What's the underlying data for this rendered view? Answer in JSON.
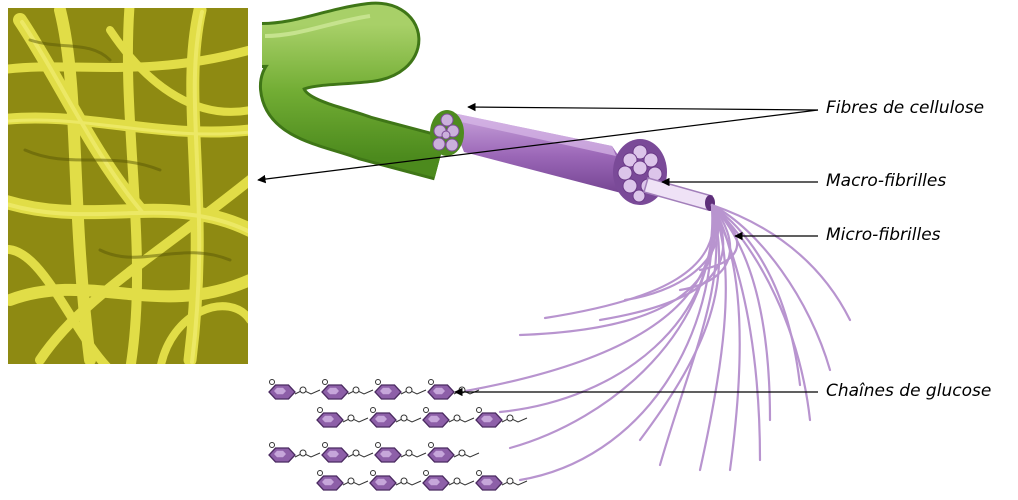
{
  "labels": {
    "fibres": "Fibres de cellulose",
    "macro": "Macro-fibrilles",
    "micro": "Micro-fibrilles",
    "glucose": "Chaînes de glucose"
  },
  "colors": {
    "photo_base": "#b9b21c",
    "photo_fiber": "#e3df45",
    "fiber_green": "#7ab43a",
    "cable_purple": "#9b67b7",
    "strand_purple": "#b58fcc",
    "glucose_ring": "#8d5fa8"
  }
}
